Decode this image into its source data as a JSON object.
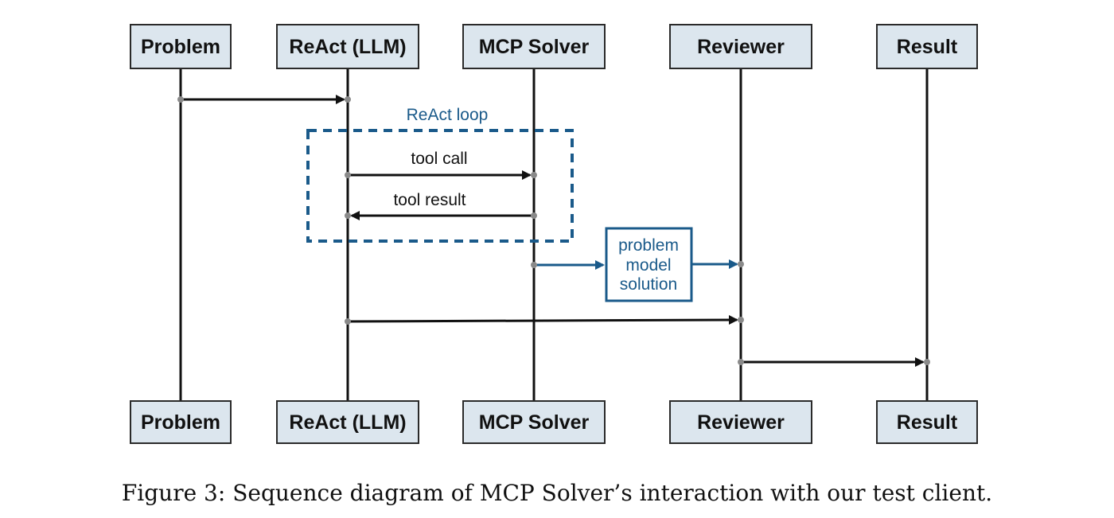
{
  "colors": {
    "actor_fill": "#dce6ee",
    "actor_stroke": "#2a2a2a",
    "lifeline": "#111111",
    "message": "#111111",
    "accent": "#1a5a8a",
    "anchor_dot": "#8a8a8a"
  },
  "actors": [
    {
      "id": "problem",
      "label": "Problem"
    },
    {
      "id": "react",
      "label": "ReAct (LLM)"
    },
    {
      "id": "mcp",
      "label": "MCP Solver"
    },
    {
      "id": "reviewer",
      "label": "Reviewer"
    },
    {
      "id": "result",
      "label": "Result"
    }
  ],
  "loop": {
    "label": "ReAct loop"
  },
  "messages": [
    {
      "id": "problem-to-react",
      "from": "problem",
      "to": "react",
      "label": ""
    },
    {
      "id": "tool-call",
      "from": "react",
      "to": "mcp",
      "label": "tool call"
    },
    {
      "id": "tool-result",
      "from": "mcp",
      "to": "react",
      "label": "tool result"
    },
    {
      "id": "react-to-reviewer",
      "from": "react",
      "to": "reviewer",
      "label": ""
    },
    {
      "id": "reviewer-to-result",
      "from": "reviewer",
      "to": "result",
      "label": ""
    }
  ],
  "note": {
    "lines": [
      "problem",
      "model",
      "solution"
    ]
  },
  "caption": "Figure 3: Sequence diagram of MCP Solver’s interaction with our test client."
}
